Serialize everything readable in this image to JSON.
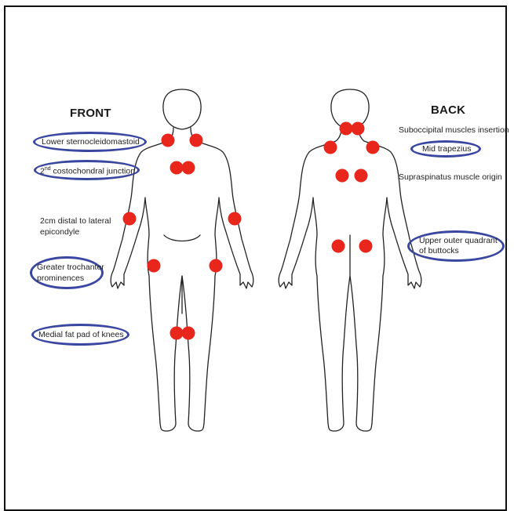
{
  "diagram": {
    "front_heading": "FRONT",
    "back_heading": "BACK",
    "front_labels": {
      "sternocleidomastoid": "Lower sternocleidomastoid",
      "costochondral_sup": "nd",
      "costochondral_pre": "2",
      "costochondral_post": " costochondral junction",
      "epicondyle_line1": "2cm distal to lateral",
      "epicondyle_line2": "epicondyle",
      "trochanter_line1": "Greater trochanter",
      "trochanter_line2": "prominences",
      "knees": "Medial fat pad of knees"
    },
    "back_labels": {
      "suboccipital": "Suboccipital muscles insertion",
      "trapezius": "Mid trapezius",
      "supraspinatus": "Supraspinatus muscle origin",
      "buttocks_line1": "Upper outer quadrant",
      "buttocks_line2": "of buttocks"
    },
    "colors": {
      "tender_point": "#e8261c",
      "circle": "#3a47a0",
      "outline": "#222222"
    }
  }
}
